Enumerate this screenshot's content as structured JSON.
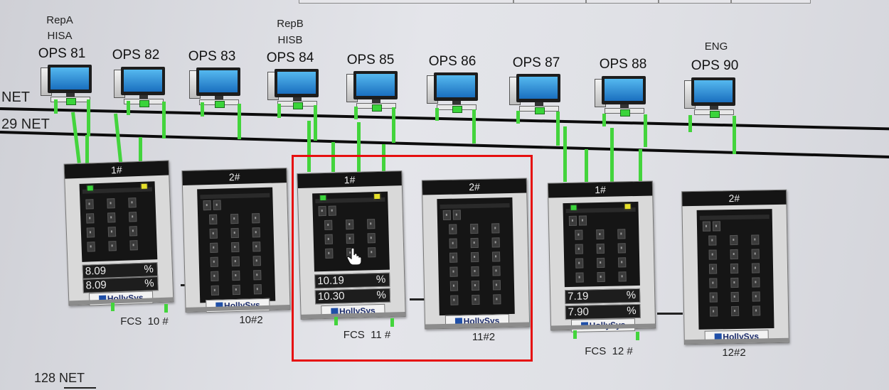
{
  "networks": {
    "net_label": "NET",
    "net29_label": "29 NET",
    "net128_label": "128 NET"
  },
  "stations": [
    {
      "role_a": "RepA",
      "role_b": "HISA",
      "name": "OPS 81"
    },
    {
      "name": "OPS 82"
    },
    {
      "name": "OPS 83"
    },
    {
      "role_a": "RepB",
      "role_b": "HISB",
      "name": "OPS 84"
    },
    {
      "name": "OPS 85"
    },
    {
      "name": "OPS 86"
    },
    {
      "name": "OPS 87"
    },
    {
      "name": "OPS 88"
    },
    {
      "role_a": "ENG",
      "name": "OPS 90"
    }
  ],
  "cabinets": [
    {
      "header": "1#",
      "load_1": "8.09",
      "load_2": "8.09",
      "unit": "%",
      "brand": "HollySys",
      "group_label": "FCS  10 #",
      "led_left": "#3ad43a",
      "led_right": "#e6e02a"
    },
    {
      "header": "2#",
      "brand": "HollySys",
      "label": "10#2"
    },
    {
      "header": "1#",
      "load_1": "10.19",
      "load_2": "10.30",
      "unit": "%",
      "brand": "HollySys",
      "group_label": "FCS  11 #",
      "led_left": "#3ad43a",
      "led_right": "#e6e02a"
    },
    {
      "header": "2#",
      "brand": "HollySys",
      "label": "11#2"
    },
    {
      "header": "1#",
      "load_1": "7.19",
      "load_2": "7.90",
      "unit": "%",
      "brand": "HollySys",
      "group_label": "FCS  12 #",
      "led_left": "#3ad43a",
      "led_right": "#e6e02a"
    },
    {
      "header": "2#",
      "brand": "HollySys",
      "label": "12#2"
    }
  ],
  "colors": {
    "link_green": "#43d43c",
    "highlight_box": "#e60f0f",
    "bus_black": "#0c0c0c"
  }
}
